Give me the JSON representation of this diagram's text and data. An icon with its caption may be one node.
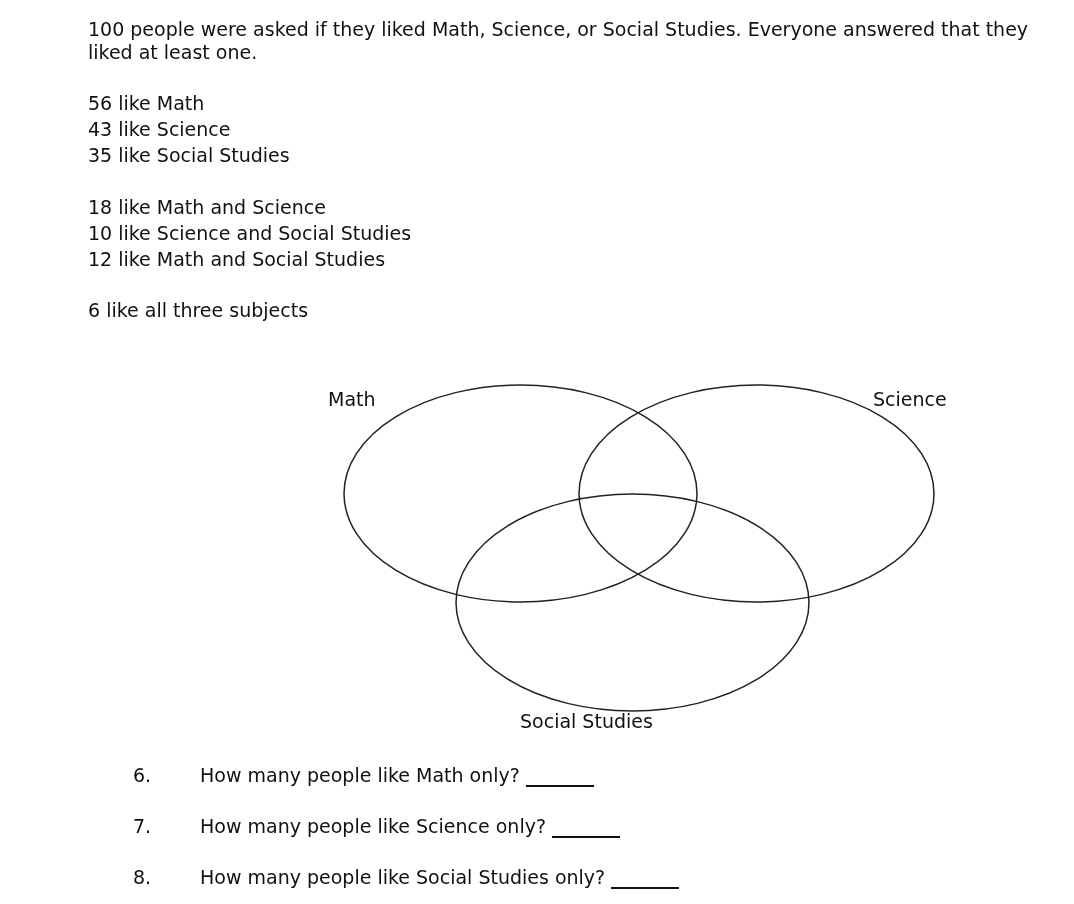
{
  "diagram": {
    "nodes": [
      {
        "text": [
          "Math"
        ]
      },
      {
        "text": [
          "Science"
        ]
      },
      {
        "text": [
          "Social Studies"
        ]
      }
    ],
    "labels": [
      "100 people were asked if they liked Math, Science, or Social Studies. Everyone answered that they liked at least one.",
      "56 like Math",
      "43 like Science",
      "35 like Social Studies",
      "18 like Math and Science",
      "10 like Science and Social Studies",
      "12 like Math and Social Studies",
      "6 like all three subjects",
      "6.",
      "How many people like Math only?",
      "7.",
      "How many people like Science only?",
      "8.",
      "How many people like Social Studies only?"
    ]
  }
}
